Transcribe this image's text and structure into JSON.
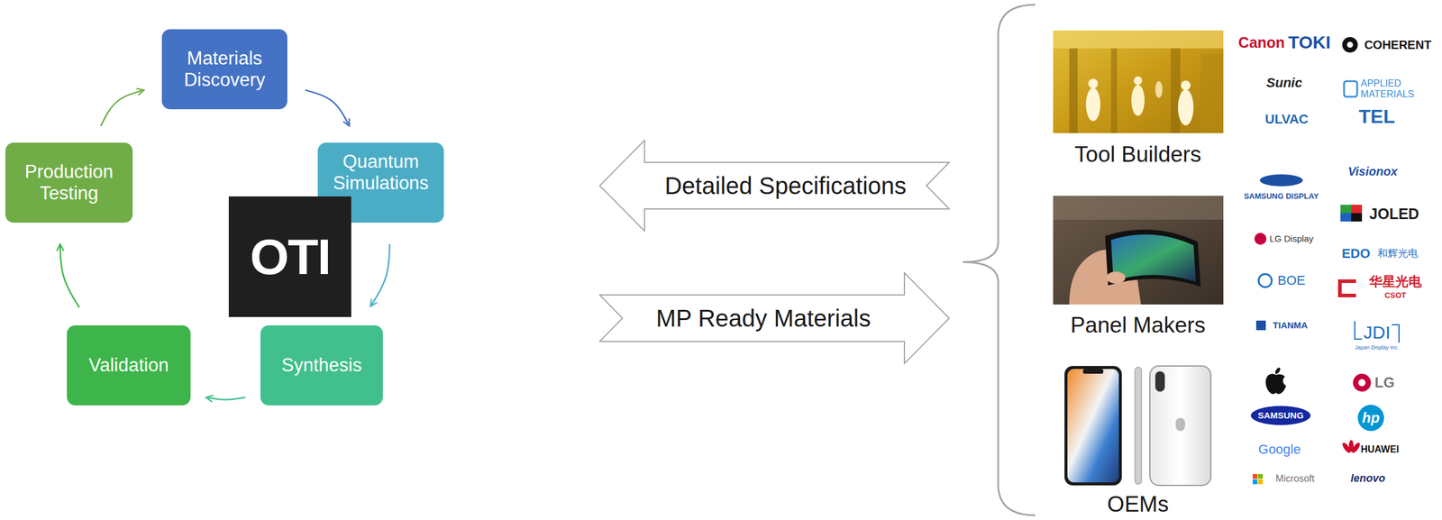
{
  "diagram": {
    "nodes": [
      {
        "text": [
          "Materials Discovery"
        ]
      },
      {
        "text": [
          "Quantum Simulations"
        ]
      },
      {
        "text": [
          "OTI"
        ]
      },
      {
        "text": [
          "Synthesis"
        ]
      },
      {
        "text": [
          "Validation"
        ]
      },
      {
        "text": [
          "Production Testing"
        ]
      },
      {
        "text": [
          "Detailed Specifications"
        ]
      },
      {
        "text": [
          "MP Ready Materials"
        ]
      }
    ],
    "edges": [
      {
        "from": 0,
        "to": 1,
        "arrow": "to"
      },
      {
        "from": 1,
        "to": 3,
        "arrow": "to"
      },
      {
        "from": 3,
        "to": 4,
        "arrow": "to"
      },
      {
        "from": 4,
        "to": 5,
        "arrow": "to"
      },
      {
        "from": 5,
        "to": 0,
        "arrow": "to"
      }
    ],
    "labels": [
      "Tool Builders",
      "Canon",
      "TOKI",
      "COHERENT",
      "Sunic",
      "APPLIED MATERIALS",
      "ULVAC",
      "TEL",
      "Panel Makers",
      "SAMSUNG DISPLAY",
      "Visionox",
      "JOLED",
      "LG Display",
      "EDO",
      "和辉光电",
      "BOE",
      "华星光电",
      "CSOT",
      "TIANMA",
      "JDI",
      "Japan Display Inc.",
      "OEMs",
      "LG",
      "SAMSUNG",
      "hp",
      "Google",
      "HUAWEI",
      "Microsoft",
      "lenovo"
    ]
  }
}
